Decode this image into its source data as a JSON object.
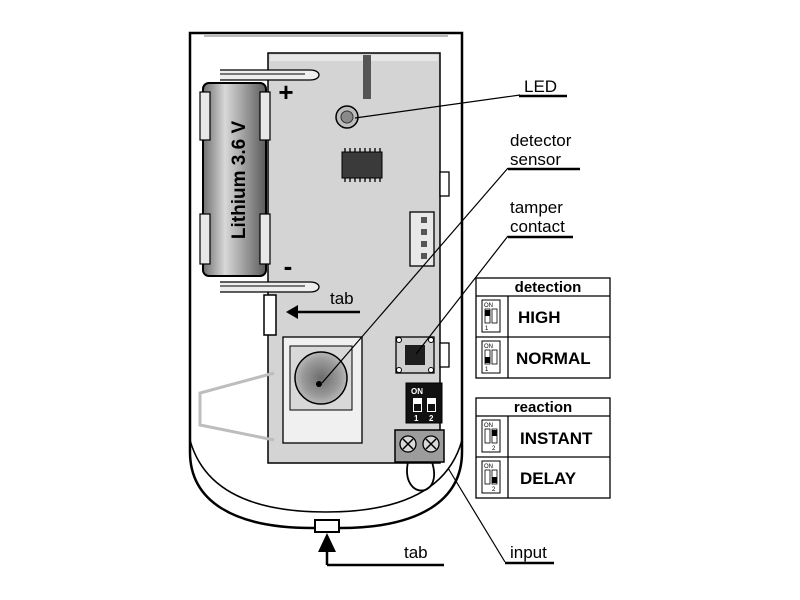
{
  "battery": {
    "label": "Lithium 3.6 V",
    "plus": "+",
    "minus": "-"
  },
  "callouts": {
    "led": "LED",
    "detector_line1": "detector",
    "detector_line2": "sensor",
    "tamper_line1": "tamper",
    "tamper_line2": "contact",
    "tab_side": "tab",
    "tab_bottom": "tab",
    "input": "input"
  },
  "dip": {
    "on": "ON",
    "num1": "1",
    "num2": "2"
  },
  "detection": {
    "title": "detection",
    "rows": [
      {
        "label": "HIGH",
        "switch_on": "ON",
        "switch_num": "1"
      },
      {
        "label": "NORMAL",
        "switch_on": "ON",
        "switch_num": "1"
      }
    ]
  },
  "reaction": {
    "title": "reaction",
    "rows": [
      {
        "label": "INSTANT",
        "switch_on": "ON",
        "switch_num": "2"
      },
      {
        "label": "DELAY",
        "switch_on": "ON",
        "switch_num": "2"
      }
    ]
  }
}
